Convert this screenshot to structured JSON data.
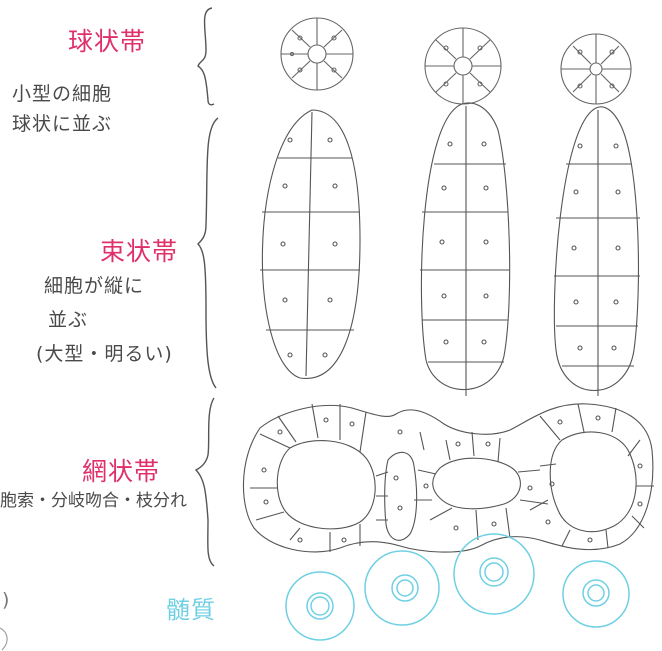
{
  "zones": {
    "glomerulosa": {
      "title": "球状帯",
      "desc_line1": "小型の細胞",
      "desc_line2": "球状に並ぶ"
    },
    "fasciculata": {
      "title": "束状帯",
      "desc_line1": "細胞が縦に",
      "desc_line2": "並ぶ",
      "desc_line3": "(大型・明るい)"
    },
    "reticularis": {
      "title": "網状帯",
      "desc_line1": "胞索・分岐吻合・枝分れ"
    }
  },
  "medulla": {
    "label": "髄質"
  },
  "edge_marks": {
    "paren": ")"
  },
  "colors": {
    "title": "#e0306a",
    "pencil": "#555555",
    "medulla": "#6fd0e4"
  }
}
